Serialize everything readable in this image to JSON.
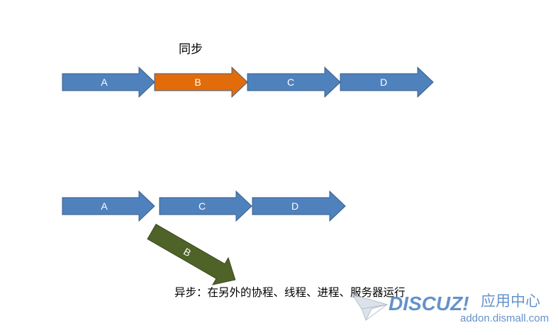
{
  "sync": {
    "title": "同步",
    "steps": [
      {
        "label": "A",
        "color": "#4f81bd"
      },
      {
        "label": "B",
        "color": "#e36c0a"
      },
      {
        "label": "C",
        "color": "#4f81bd"
      },
      {
        "label": "D",
        "color": "#4f81bd"
      }
    ]
  },
  "async": {
    "steps": [
      {
        "label": "A",
        "color": "#4f81bd"
      },
      {
        "label": "C",
        "color": "#4f81bd"
      },
      {
        "label": "D",
        "color": "#4f81bd"
      }
    ],
    "branch": {
      "label": "B",
      "color": "#4f6228"
    },
    "note": "异步：在另外的协程、线程、进程、服务器运行"
  },
  "watermark": {
    "brand": "DISCUZ!",
    "brand_cn": "应用中心",
    "url": "addon.dismall.com"
  },
  "colors": {
    "stroke": "#385d8a",
    "branch_stroke": "#3a4a1e",
    "watermark": "#4a7fc1"
  }
}
